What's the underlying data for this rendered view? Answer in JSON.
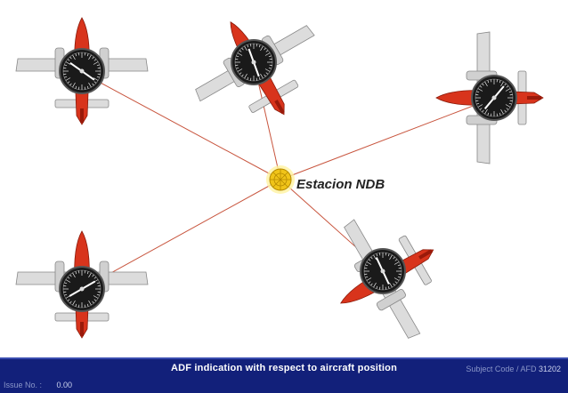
{
  "station": {
    "label": "Estacion NDB"
  },
  "footer": {
    "title": "ADF indication with respect to aircraft position",
    "subject_label": "Subject Code / AFD",
    "subject_value": "31202",
    "issue_label": "Issue No. :",
    "issue_value": "0.00"
  },
  "colors": {
    "footer_bg": "#12207a",
    "airframe": "#dcdcdc",
    "fuselage": "#d8341c",
    "bearing_line": "#c8553e",
    "ndb": "#f0c419"
  },
  "aircraft": [
    {
      "id": "upper-left",
      "heading_deg": 0,
      "needle_deg": 125
    },
    {
      "id": "upper-mid",
      "heading_deg": -30,
      "needle_deg": 160
    },
    {
      "id": "right",
      "heading_deg": -90,
      "needle_deg": 40
    },
    {
      "id": "lower-left",
      "heading_deg": 0,
      "needle_deg": 60
    },
    {
      "id": "lower-right",
      "heading_deg": -120,
      "needle_deg": -25
    }
  ]
}
